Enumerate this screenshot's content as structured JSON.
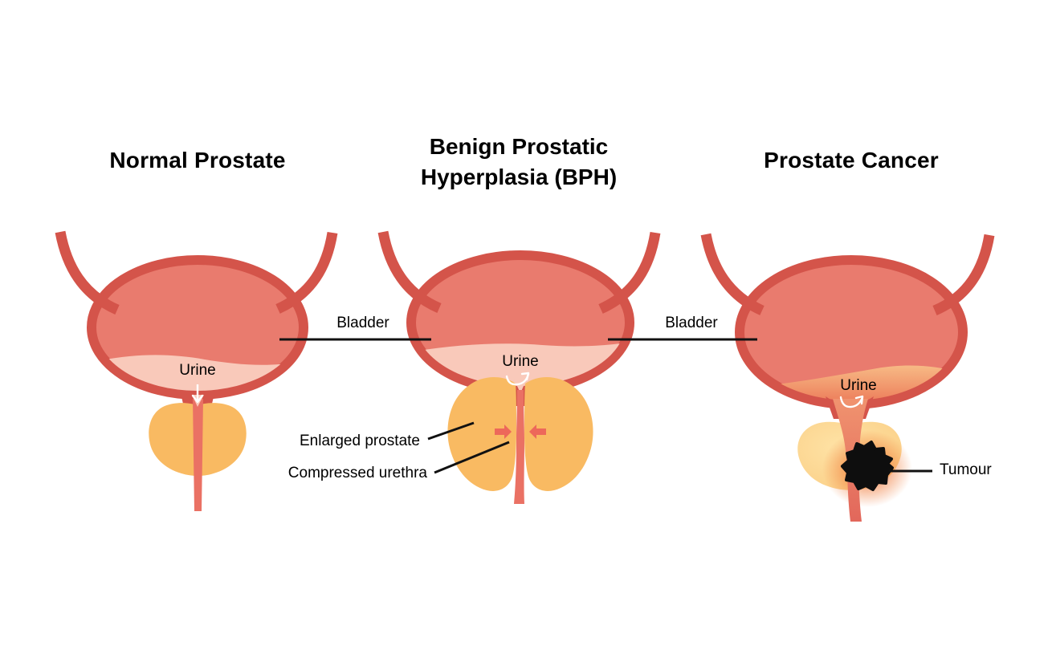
{
  "titles": {
    "normal": "Normal Prostate",
    "bph_line1": "Benign Prostatic",
    "bph_line2": "Hyperplasia (BPH)",
    "cancer": "Prostate Cancer"
  },
  "labels": {
    "bladder_left": "Bladder",
    "bladder_right": "Bladder",
    "urine_normal": "Urine",
    "urine_bph": "Urine",
    "urine_cancer": "Urine",
    "enlarged_prostate": "Enlarged prostate",
    "compressed_urethra": "Compressed urethra",
    "tumour": "Tumour"
  },
  "icons": {
    "urine_flow_normal": "straight-down-arrow",
    "urine_flow_bph": "curved-swirl-arrow",
    "urine_flow_cancer": "curved-swirl-arrow",
    "compression_left": "arrow-pointing-right",
    "compression_right": "arrow-pointing-left"
  },
  "colors": {
    "bladder_wall": "#d4544a",
    "bladder_fill": "#e97b6e",
    "urine_pink": "#f9c9ba",
    "urine_orange_top": "#f7ba85",
    "urine_orange_bottom": "#ed7f5c",
    "prostate_orange": "#f9ba62",
    "prostate_yellow_edge": "#fbce85",
    "prostate_yellow_center": "#fee3a6",
    "urethra": "#ea7164",
    "urethra_cancer_top": "#f0936f",
    "urethra_cancer_bottom": "#e2675b",
    "tumour": "#0e0e0e",
    "tumour_glow": "#e0451f",
    "tumour_glow_mid": "#f07a38",
    "compression_arrow": "#ed685a",
    "callout": "#111111",
    "text": "#000000",
    "background": "#ffffff"
  }
}
